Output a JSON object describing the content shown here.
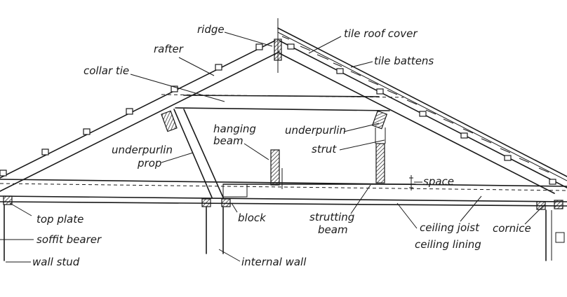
{
  "labels": {
    "ridge": "ridge",
    "rafter": "rafter",
    "collar_tie": "collar tie",
    "tile_roof_cover": "tile roof cover",
    "tile_battens": "tile battens",
    "hanging_beam_1": "hanging",
    "hanging_beam_2": "beam",
    "underpurlin_right": "underpurlin",
    "underpurlin_prop_1": "underpurlin",
    "underpurlin_prop_2": "prop",
    "strut": "strut",
    "space": "space",
    "top_plate": "top plate",
    "soffit_bearer": "soffit bearer",
    "wall_stud": "wall stud",
    "block": "block",
    "strutting_beam_1": "strutting",
    "strutting_beam_2": "beam",
    "ceiling_joist": "ceiling joist",
    "ceiling_lining": "ceiling lining",
    "cornice": "cornice",
    "internal_wall": "internal wall"
  }
}
